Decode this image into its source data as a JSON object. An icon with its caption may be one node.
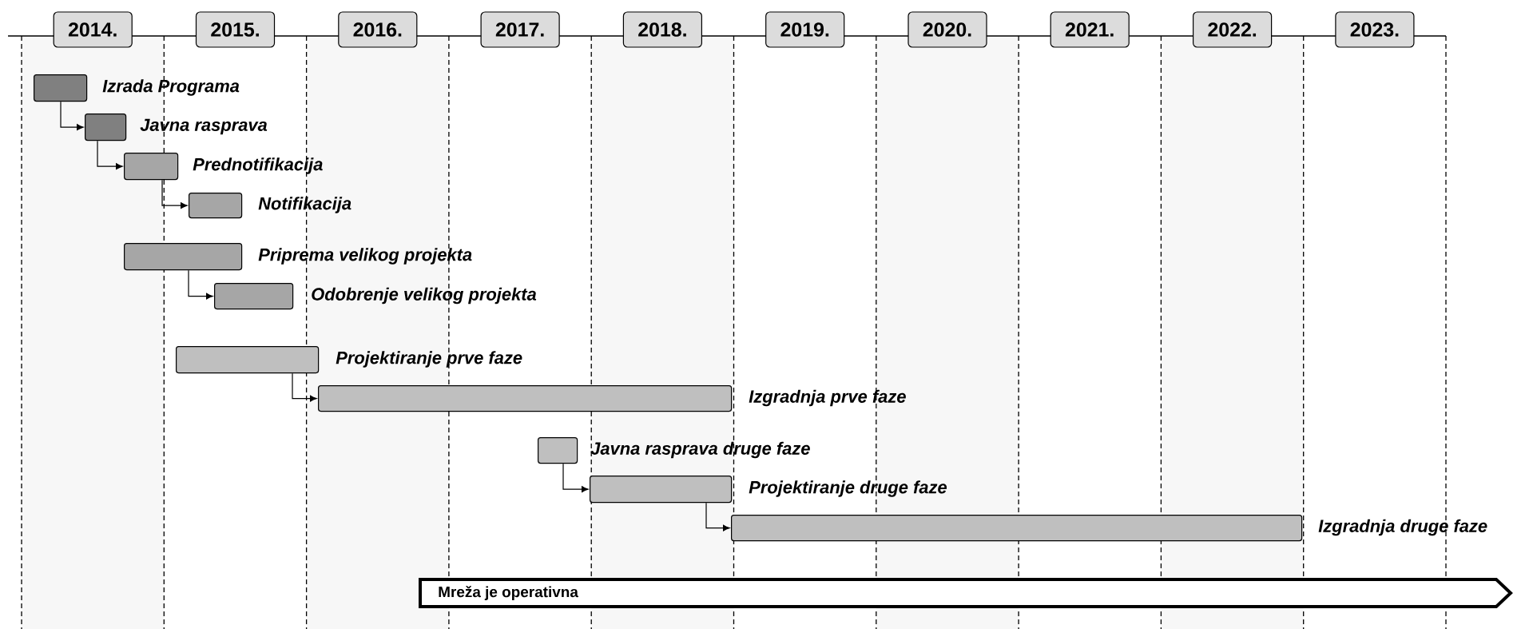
{
  "diagram": {
    "nodes": [
      {
        "text": [
          "2014."
        ]
      },
      {
        "text": [
          "2015."
        ]
      },
      {
        "text": [
          "2016."
        ]
      },
      {
        "text": [
          "2017."
        ]
      },
      {
        "text": [
          "2018."
        ]
      },
      {
        "text": [
          "2019."
        ]
      },
      {
        "text": [
          "2020."
        ]
      },
      {
        "text": [
          "2021."
        ]
      },
      {
        "text": [
          "2022."
        ]
      },
      {
        "text": [
          "2023."
        ]
      },
      {
        "text": [],
        "shape": "bar",
        "beside": [
          "Izrada Programa"
        ]
      },
      {
        "text": [],
        "shape": "bar",
        "beside": [
          "Javna rasprava"
        ]
      },
      {
        "text": [],
        "shape": "bar",
        "beside": [
          "Prednotifikacija"
        ]
      },
      {
        "text": [],
        "shape": "bar",
        "beside": [
          "Notifikacija"
        ]
      },
      {
        "text": [],
        "shape": "bar",
        "beside": [
          "Priprema velikog projekta"
        ]
      },
      {
        "text": [],
        "shape": "bar",
        "beside": [
          "Odobrenje velikog projekta"
        ]
      },
      {
        "text": [],
        "shape": "bar",
        "beside": [
          "Projektiranje prve faze"
        ]
      },
      {
        "text": [],
        "shape": "bar",
        "beside": [
          "Izgradnja prve faze"
        ]
      },
      {
        "text": [],
        "shape": "bar",
        "beside": [
          "Javna rasprava druge faze"
        ]
      },
      {
        "text": [],
        "shape": "bar",
        "beside": [
          "Projektiranje druge faze"
        ]
      },
      {
        "text": [],
        "shape": "bar",
        "beside": [
          "Izgradnja druge faze"
        ]
      },
      {
        "text": [
          "Mreža je operativna"
        ]
      }
    ],
    "edges": [
      {
        "from": 10,
        "to": 11,
        "arrow": "to"
      },
      {
        "from": 11,
        "to": 12,
        "arrow": "to"
      },
      {
        "from": 12,
        "to": 13,
        "arrow": "to"
      },
      {
        "from": 14,
        "to": 15,
        "arrow": "to"
      },
      {
        "from": 16,
        "to": 17,
        "arrow": "to"
      },
      {
        "from": 18,
        "to": 19,
        "arrow": "to"
      },
      {
        "from": 19,
        "to": 20,
        "arrow": "to"
      }
    ]
  }
}
